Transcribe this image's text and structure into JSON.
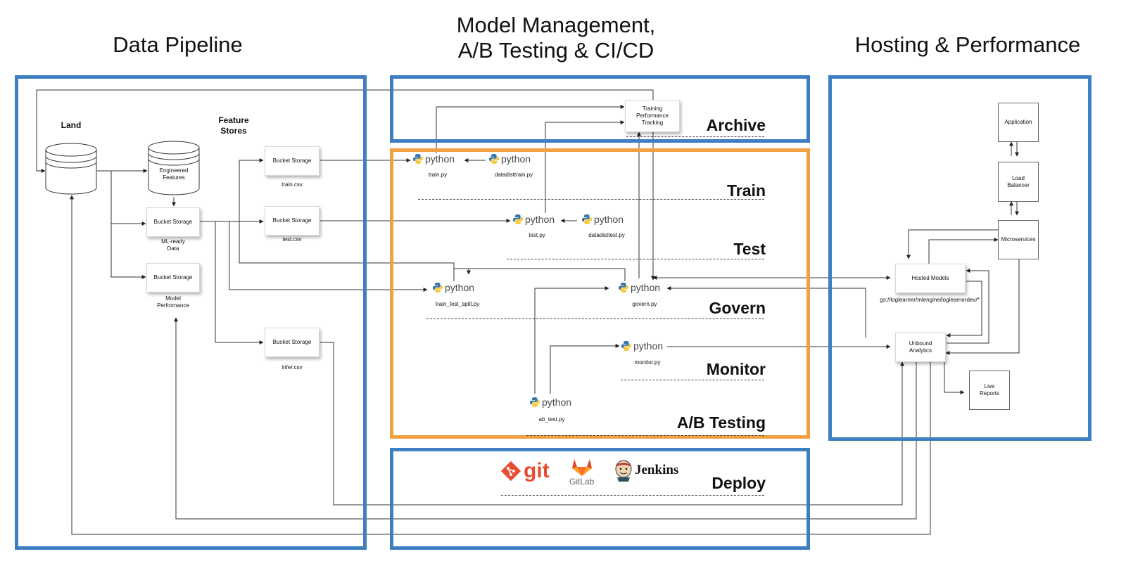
{
  "sections": {
    "data_pipeline": "Data Pipeline",
    "model_management_1": "Model Management,",
    "model_management_2": "A/B Testing & CI/CD",
    "hosting": "Hosting & Performance"
  },
  "stages": {
    "archive": "Archive",
    "train": "Train",
    "test": "Test",
    "govern": "Govern",
    "monitor": "Monitor",
    "ab_testing": "A/B Testing",
    "deploy": "Deploy"
  },
  "pipeline": {
    "land": "Land",
    "feature_stores_1": "Feature",
    "feature_stores_2": "Stores",
    "engineered_1": "Engineered",
    "engineered_2": "Features",
    "bucket": "Bucket Storage",
    "ml_ready_1": "ML-ready",
    "ml_ready_2": "Data",
    "model_perf_1": "Model",
    "model_perf_2": "Performance",
    "train_csv": "train.csv",
    "test_csv": "test.csv",
    "infer_csv": "infer.csv"
  },
  "model_mgmt": {
    "tracking_1": "Training",
    "tracking_2": "Performance",
    "tracking_3": "Tracking",
    "python_word": "python",
    "train_py": "train.py",
    "datadisttrain_py": "datadisttrain.py",
    "test_py": "test.py",
    "datadisttest_py": "datadisttest.py",
    "train_test_split_py": "train_test_split.py",
    "govern_py": "govern.py",
    "monitor_py": "monitor.py",
    "ab_test_py": "ab_test.py",
    "git": "git",
    "gitlab": "GitLab",
    "jenkins": "Jenkins"
  },
  "hosting": {
    "application": "Application",
    "load_1": "Load",
    "load_2": "Balancer",
    "microservices": "Microservices",
    "hosted_models": "Hosted Models",
    "gs_path": "gs://loglearner/mlengine/loglearnerdev/*",
    "unbound_1": "Unbound",
    "unbound_2": "Analytics",
    "live_1": "Live",
    "live_2": "Reports"
  },
  "colors": {
    "blue_frame": "#3d7fc1",
    "orange_frame": "#f1a042",
    "git_red": "#e84d31",
    "gitlab_orange": "#e24329"
  }
}
